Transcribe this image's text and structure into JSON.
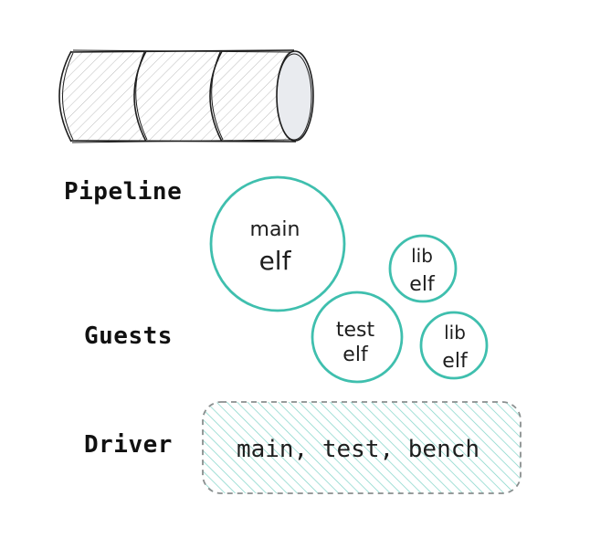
{
  "labels": {
    "pipeline": "Pipeline",
    "guests": "Guests",
    "driver": "Driver"
  },
  "guests": [
    {
      "id": "main",
      "line1": "main",
      "line2": "elf"
    },
    {
      "id": "lib-1",
      "line1": "lib",
      "line2": "elf"
    },
    {
      "id": "test",
      "line1": "test",
      "line2": "elf"
    },
    {
      "id": "lib-2",
      "line1": "lib",
      "line2": "elf"
    }
  ],
  "driver": {
    "text": "main, test, bench"
  },
  "colors": {
    "teal": "#3fbfae",
    "ink": "#1e1e1e",
    "dash": "#8a8f8f",
    "cylinder_face": "#e9ebef"
  },
  "icons": {
    "pipeline": "pipeline-cylinder-icon"
  }
}
